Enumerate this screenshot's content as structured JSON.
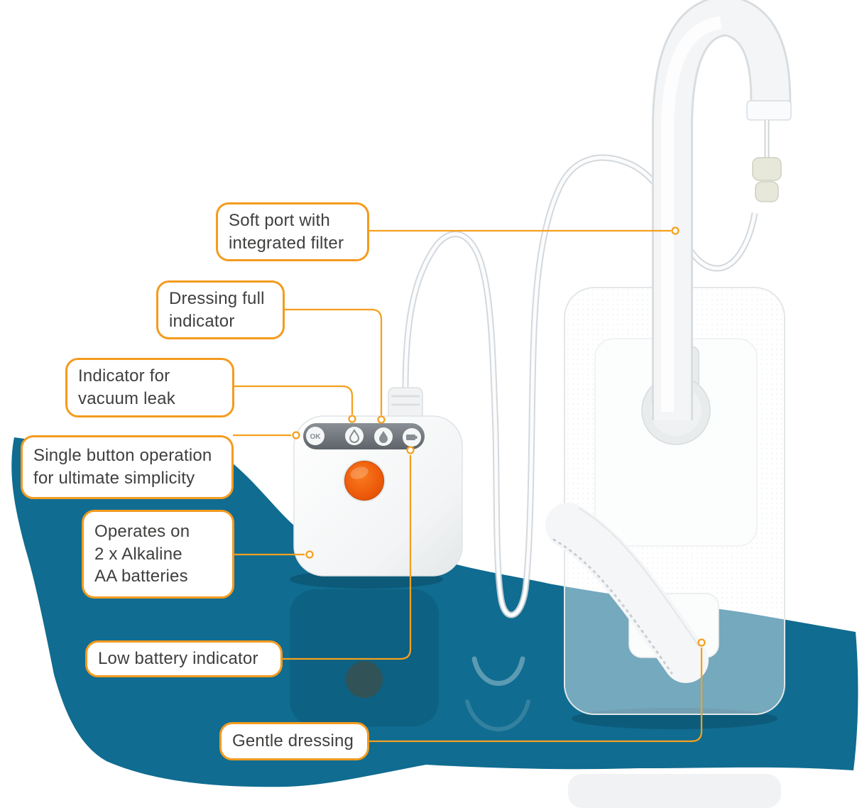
{
  "figure": {
    "description": "Negative pressure wound therapy system diagram with pump, tubing and dressing"
  },
  "callouts": [
    {
      "id": "soft-port",
      "lines": [
        "Soft port with",
        "integrated filter"
      ]
    },
    {
      "id": "dressing-full",
      "lines": [
        "Dressing full",
        "indicator"
      ]
    },
    {
      "id": "vacuum-leak",
      "lines": [
        "Indicator for",
        "vacuum leak"
      ]
    },
    {
      "id": "single-button",
      "lines": [
        "Single button operation",
        "for ultimate simplicity"
      ]
    },
    {
      "id": "batteries",
      "lines": [
        "Operates on",
        "2 x Alkaline",
        "AA batteries"
      ]
    },
    {
      "id": "low-battery",
      "lines": [
        "Low battery indicator"
      ]
    },
    {
      "id": "gentle-dressing",
      "lines": [
        "Gentle dressing"
      ]
    }
  ],
  "device": {
    "ok_indicator_label": "OK",
    "indicators": [
      "ok-indicator",
      "vacuum-leak-indicator",
      "dressing-full-indicator",
      "low-battery-indicator"
    ]
  },
  "colors": {
    "blob_teal": "#106c90",
    "callout_orange": "#f49b1f",
    "leader_line_orange": "#f5a01f",
    "button_orange": "#ed5a10",
    "text_dark": "#3f3f3e",
    "indicator_strip_gray": "#6b7176"
  }
}
